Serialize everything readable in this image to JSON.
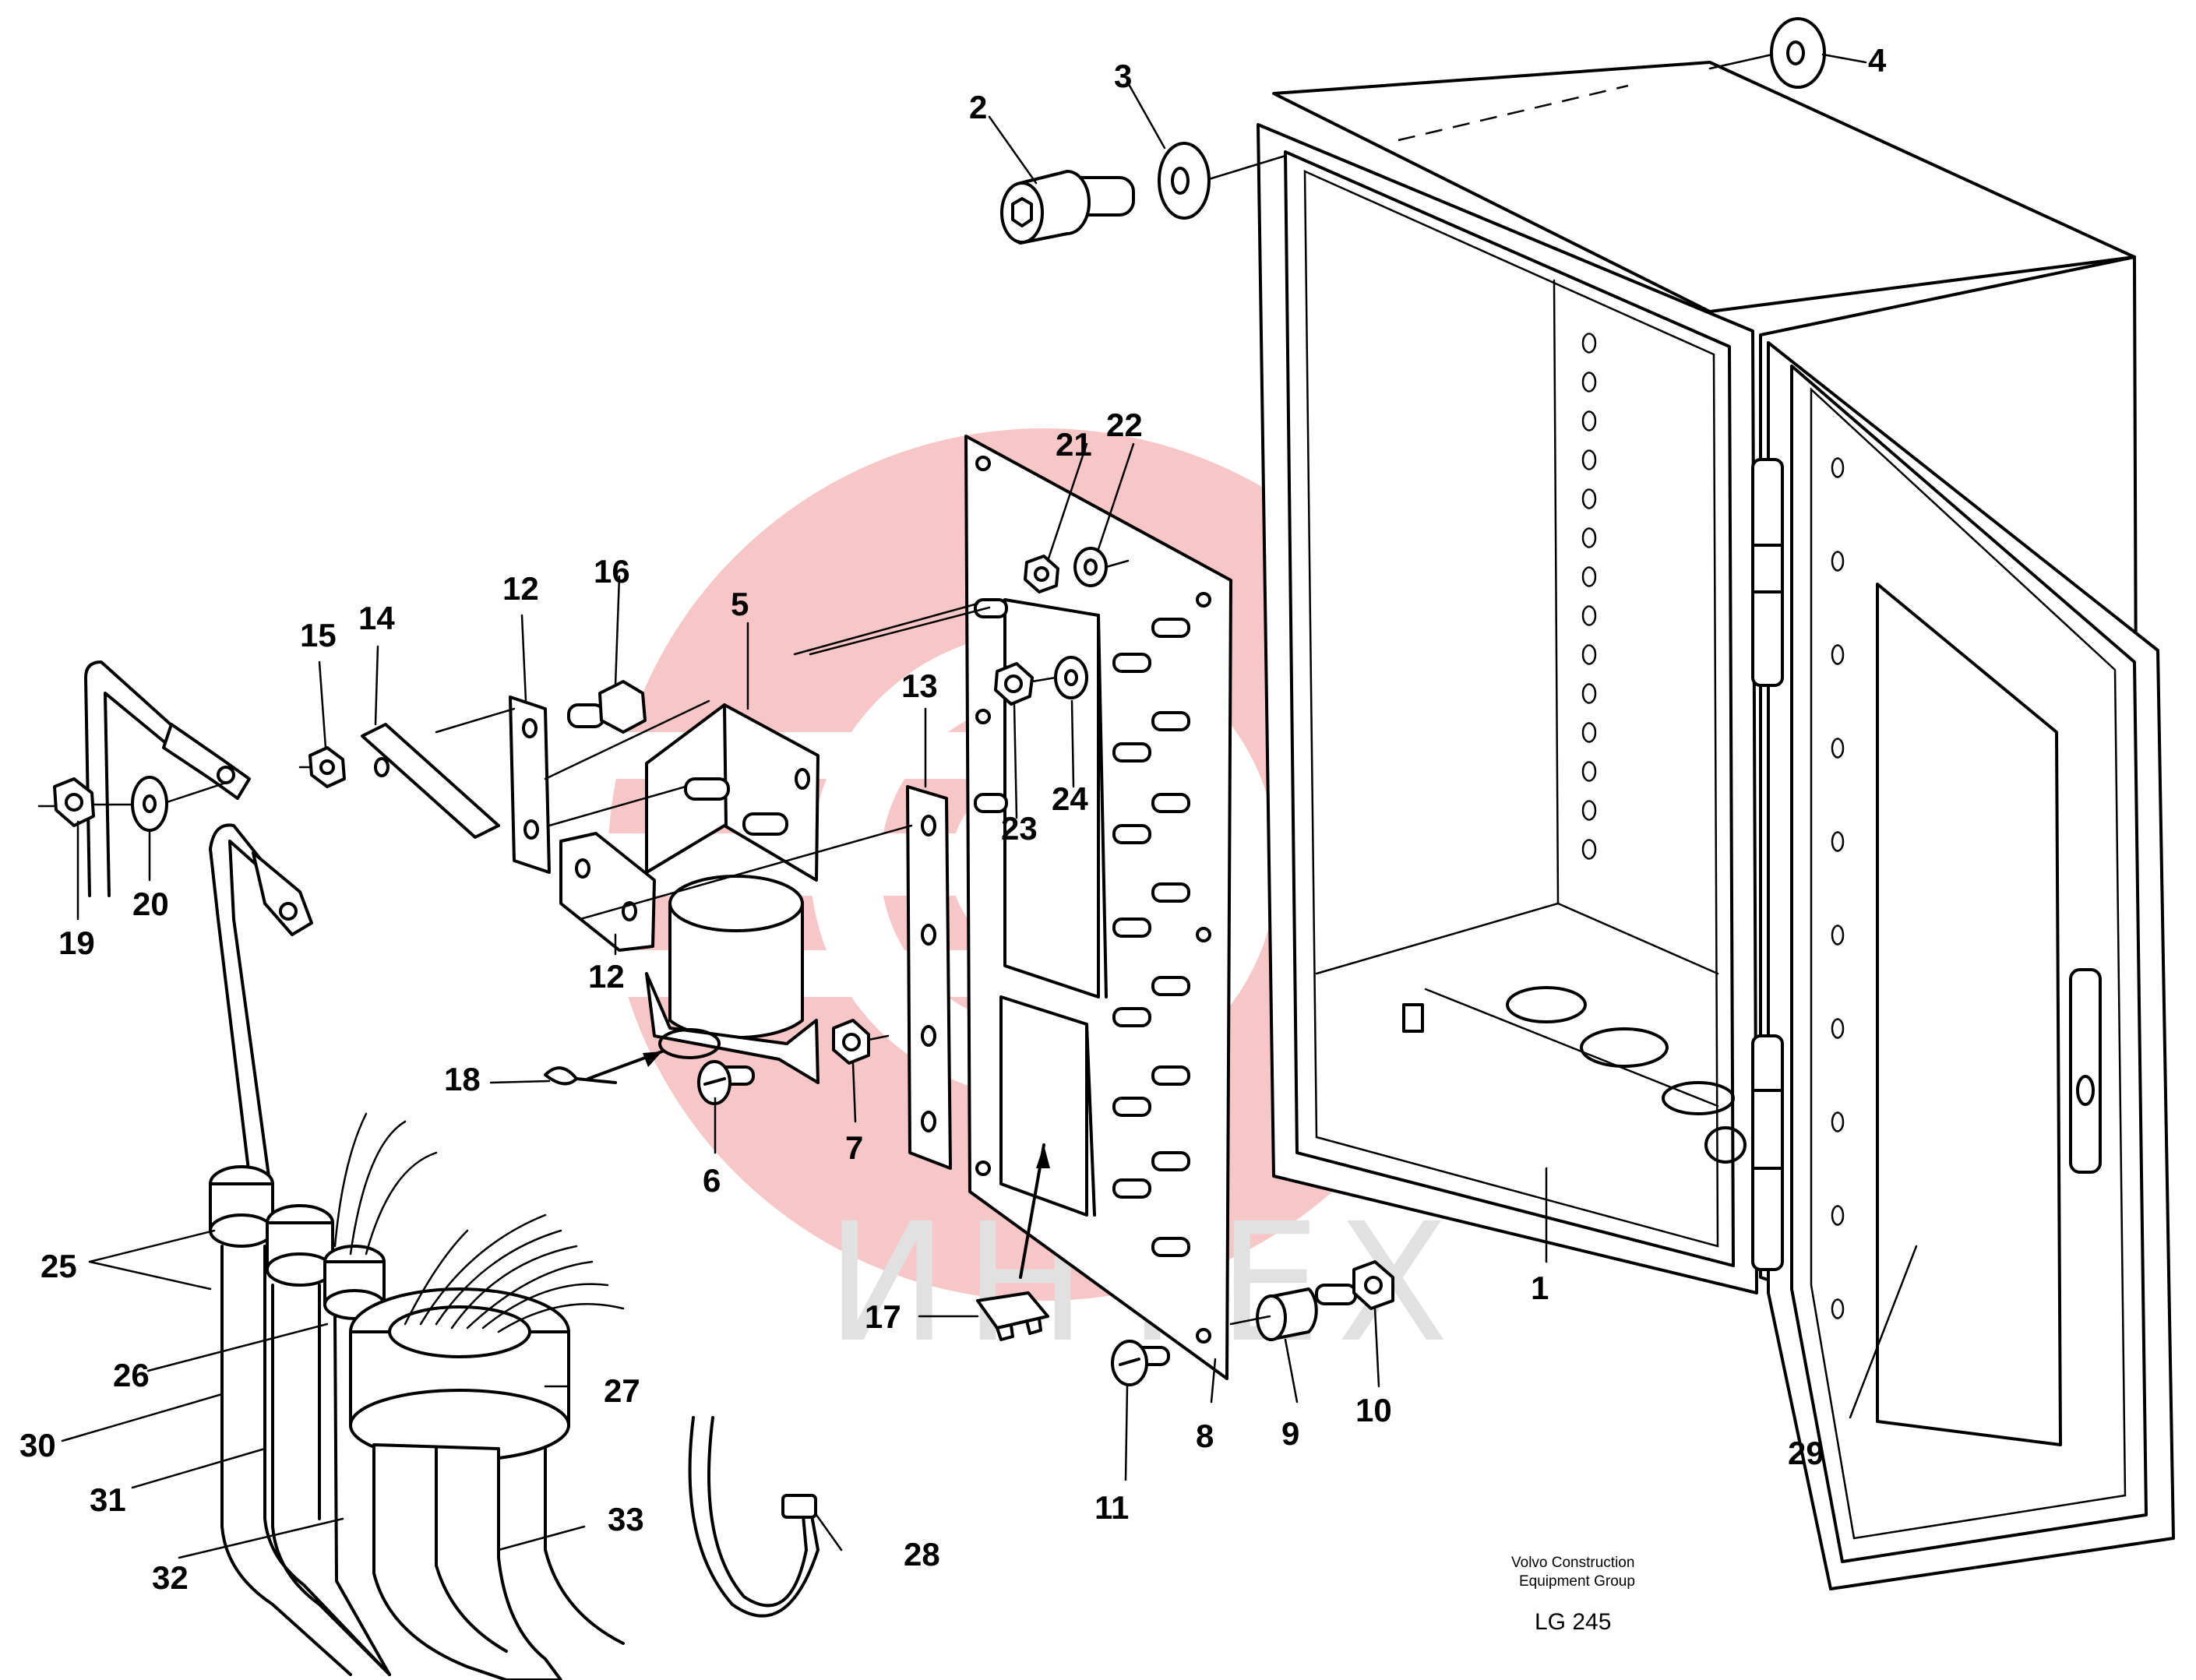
{
  "footer": {
    "company_line1": "Volvo Construction",
    "company_line2": "Equipment Group",
    "code": "LG 245"
  },
  "watermark": {
    "text": "ИНТЕХ",
    "color": "#f5b5b5"
  },
  "callouts": [
    {
      "id": "c1",
      "text": "1"
    },
    {
      "id": "c2",
      "text": "2"
    },
    {
      "id": "c3",
      "text": "3"
    },
    {
      "id": "c4",
      "text": "4"
    },
    {
      "id": "c5",
      "text": "5"
    },
    {
      "id": "c6",
      "text": "6"
    },
    {
      "id": "c7",
      "text": "7"
    },
    {
      "id": "c8",
      "text": "8"
    },
    {
      "id": "c9",
      "text": "9"
    },
    {
      "id": "c10",
      "text": "10"
    },
    {
      "id": "c11",
      "text": "11"
    },
    {
      "id": "c12a",
      "text": "12"
    },
    {
      "id": "c12b",
      "text": "12"
    },
    {
      "id": "c13",
      "text": "13"
    },
    {
      "id": "c14",
      "text": "14"
    },
    {
      "id": "c15",
      "text": "15"
    },
    {
      "id": "c16",
      "text": "16"
    },
    {
      "id": "c17",
      "text": "17"
    },
    {
      "id": "c18",
      "text": "18"
    },
    {
      "id": "c19",
      "text": "19"
    },
    {
      "id": "c20",
      "text": "20"
    },
    {
      "id": "c21",
      "text": "21"
    },
    {
      "id": "c22",
      "text": "22"
    },
    {
      "id": "c23",
      "text": "23"
    },
    {
      "id": "c24",
      "text": "24"
    },
    {
      "id": "c25",
      "text": "25"
    },
    {
      "id": "c26",
      "text": "26"
    },
    {
      "id": "c27",
      "text": "27"
    },
    {
      "id": "c28",
      "text": "28"
    },
    {
      "id": "c29",
      "text": "29"
    },
    {
      "id": "c30",
      "text": "30"
    },
    {
      "id": "c31",
      "text": "31"
    },
    {
      "id": "c32",
      "text": "32"
    },
    {
      "id": "c33",
      "text": "33"
    }
  ]
}
